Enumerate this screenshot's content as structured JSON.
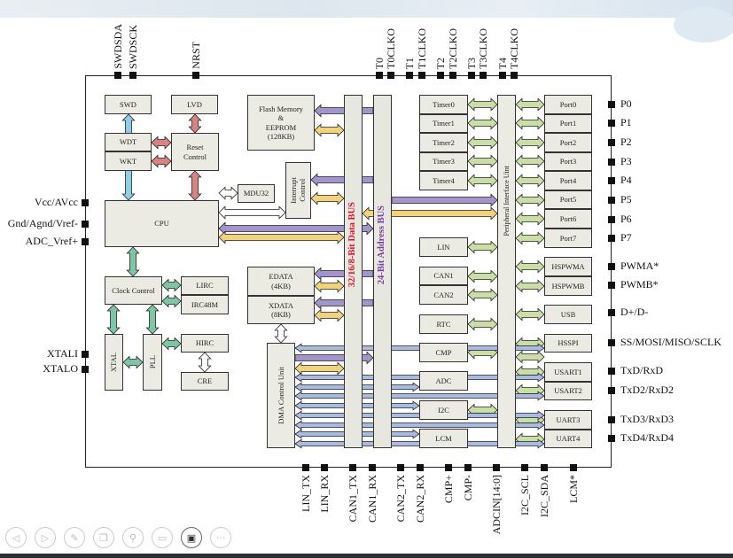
{
  "blocks": {
    "swd": "SWD",
    "lvd": "LVD",
    "wdt": "WDT",
    "wkt": "WKT",
    "reset": "Reset\nControl",
    "flash": "Flash Memory\n&\nEEPROM\n(128KB)",
    "interrupt": "Interrupt\nControl",
    "mdu32": "MDU32",
    "cpu": "CPU",
    "clock": "Clock Control",
    "lirc": "LIRC",
    "irc48m": "IRC48M",
    "xtal": "XTAL",
    "pll": "PLL",
    "hirc": "HIRC",
    "cre": "CRE",
    "edata": "EDATA\n(4KB)",
    "xdata": "XDATA\n(8KB)",
    "dma": "DMA Control Unit",
    "timer0": "Timer0",
    "timer1": "Timer1",
    "timer2": "Timer2",
    "timer3": "Timer3",
    "timer4": "Timer4",
    "lin": "LIN",
    "can1": "CAN1",
    "can2": "CAN2",
    "rtc": "RTC",
    "cmp": "CMP",
    "adc": "ADC",
    "i2c": "I2C",
    "lcm": "LCM",
    "piu": "Peripheral Interface Uint",
    "port0": "Port0",
    "port1": "Port1",
    "port2": "Port2",
    "port3": "Port3",
    "port4": "Port4",
    "port5": "Port5",
    "port6": "Port6",
    "port7": "Port7",
    "hspwma": "HSPWMA",
    "hspwmb": "HSPWMB",
    "usb": "USB",
    "hsspi": "HSSPI",
    "usart1": "USART1",
    "usart2": "USART2",
    "uart3": "UART3",
    "uart4": "UART4"
  },
  "buses": {
    "data": "32/16/8-Bit Data BUS",
    "address": "24-Bit Address BUS",
    "data_color": "#e8102a",
    "address_color": "#7a3aa8"
  },
  "pins": {
    "top": [
      "SWDSDA",
      "SWDSCK",
      "NRST",
      "T0",
      "T0CLKO",
      "T1",
      "T1CLKO",
      "T2",
      "T2CLKO",
      "T3",
      "T3CLKO",
      "T4",
      "T4CLKO"
    ],
    "left": [
      "Vcc/AVcc",
      "Gnd/Agnd/Vref-",
      "ADC_Vref+",
      "XTALI",
      "XTALO"
    ],
    "right": [
      "P0",
      "P1",
      "P2",
      "P3",
      "P4",
      "P5",
      "P6",
      "P7",
      "PWMA*",
      "PWMB*",
      "D+/D-",
      "SS/MOSI/MISO/SCLK",
      "TxD/RxD",
      "TxD2/RxD2",
      "TxD3/RxD3",
      "TxD4/RxD4"
    ],
    "bottom": [
      "LIN_TX",
      "LIN_RX",
      "CAN1_TX",
      "CAN1_RX",
      "CAN2_TX",
      "CAN2_RX",
      "CMP+",
      "CMP-",
      "ADCIN[14:0]",
      "I2C_SCL",
      "I2C_SDA",
      "LCM*"
    ]
  },
  "toolbar": {
    "buttons": [
      {
        "name": "previous",
        "icon": "◁"
      },
      {
        "name": "next",
        "icon": "▷"
      },
      {
        "name": "pen",
        "icon": "✎"
      },
      {
        "name": "copy",
        "icon": "❐"
      },
      {
        "name": "zoom",
        "icon": "⚲"
      },
      {
        "name": "subtitles",
        "icon": "▭"
      },
      {
        "name": "record-video",
        "icon": "▣"
      },
      {
        "name": "more",
        "icon": "···"
      }
    ]
  },
  "colors": {
    "reset_arrow": "#d98282",
    "swd_arrow": "#8fcde9",
    "clock_arrow": "#7cc6a2",
    "periph_arrow": "#c9dfa6",
    "address_arrow": "#a395cc",
    "data_arrow": "#f2d27c",
    "dma_arrow": "#a8bbe0"
  }
}
